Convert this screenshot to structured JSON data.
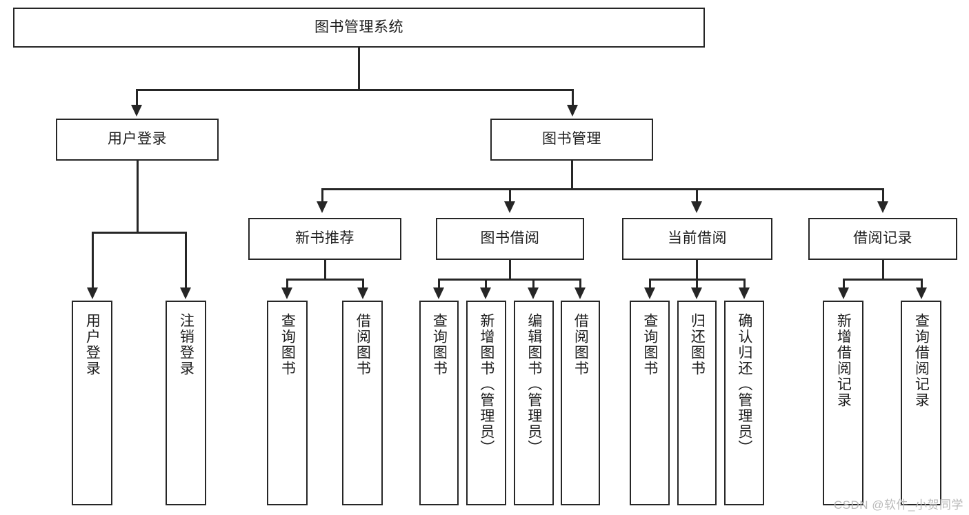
{
  "diagram": {
    "type": "tree",
    "title": "图书管理系统",
    "root": {
      "label": "图书管理系统"
    },
    "level2": [
      {
        "label": "用户登录"
      },
      {
        "label": "图书管理"
      }
    ],
    "level3": [
      {
        "label": "新书推荐"
      },
      {
        "label": "图书借阅"
      },
      {
        "label": "当前借阅"
      },
      {
        "label": "借阅记录"
      }
    ],
    "leaves": {
      "user_login": [
        {
          "label": "用户登录"
        },
        {
          "label": "注销登录"
        }
      ],
      "new_book_recommend": [
        {
          "label": "查询图书"
        },
        {
          "label": "借阅图书"
        }
      ],
      "book_borrow": [
        {
          "label": "查询图书"
        },
        {
          "label": "新增图书（管理员）"
        },
        {
          "label": "编辑图书（管理员）"
        },
        {
          "label": "借阅图书"
        }
      ],
      "current_borrow": [
        {
          "label": "查询图书"
        },
        {
          "label": "归还图书"
        },
        {
          "label": "确认归还（管理员）"
        }
      ],
      "borrow_record": [
        {
          "label": "新增借阅记录"
        },
        {
          "label": "查询借阅记录"
        }
      ]
    }
  },
  "watermark": {
    "text": "CSDN @软件_小贺同学"
  },
  "colors": {
    "stroke": "#262626",
    "background": "#ffffff",
    "text": "#1d1d1d",
    "watermark": "#b9b9b9"
  }
}
